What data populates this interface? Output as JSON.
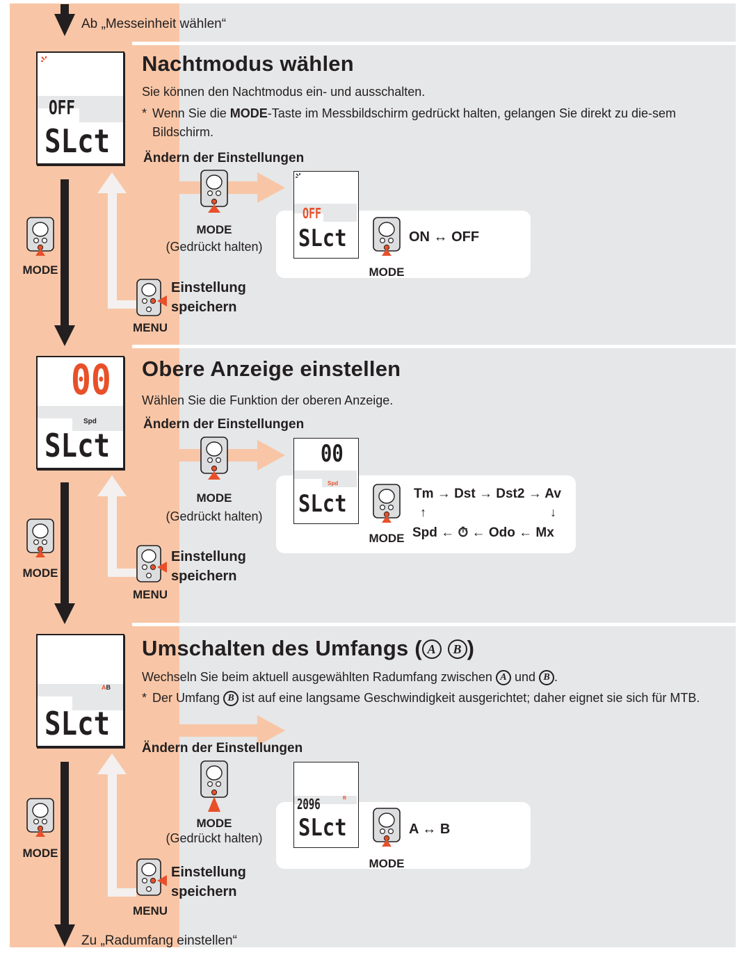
{
  "top_text": "Ab „Messeinheit wählen“",
  "bottom_text": "Zu „Radumfang einstellen“",
  "common": {
    "mode": "MODE",
    "menu": "MENU",
    "hold": "(Gedrückt halten)",
    "change_heading": "Ändern der Einstellungen",
    "save_line1": "Einstellung",
    "save_line2": "speichern",
    "slct": "SLct"
  },
  "sections": [
    {
      "title": "Nachtmodus wählen",
      "desc": "Sie können den Nachtmodus ein- und ausschalten.",
      "note_prefix": "Wenn Sie die ",
      "note_bold": "MODE",
      "note_suffix": "-Taste im Messbildschirm gedrückt halten, gelangen Sie direkt zu die-sem Bildschirm.",
      "lcd_value": "OFF",
      "option": "ON ↔ OFF"
    },
    {
      "title": "Obere Anzeige einstellen",
      "desc": "Wählen Sie die Funktion der oberen Anzeige.",
      "lcd_top": "00",
      "lcd_tag": "Spd",
      "cycle": {
        "row1": [
          "Tm",
          "Dst",
          "Dst2",
          "Av"
        ],
        "row2": [
          "Spd",
          "⏱",
          "Odo",
          "Mx"
        ]
      }
    },
    {
      "title_prefix": "Umschalten des Umfangs (",
      "title_suffix": ")",
      "circle_a": "A",
      "circle_b": "B",
      "desc_prefix": "Wechseln Sie beim aktuell ausgewählten Radumfang zwischen ",
      "desc_mid": " und ",
      "desc_suffix": ".",
      "note_prefix": "Der Umfang ",
      "note_suffix": " ist auf eine langsame Geschwindigkeit ausgerichtet; daher eignet sie sich für MTB.",
      "lcd_value": "2096",
      "option": "A ↔ B"
    }
  ],
  "colors": {
    "accent": "#e8502a",
    "salmon": "#f8c6a6",
    "gray": "#e6e7e8",
    "dark": "#231f20"
  }
}
